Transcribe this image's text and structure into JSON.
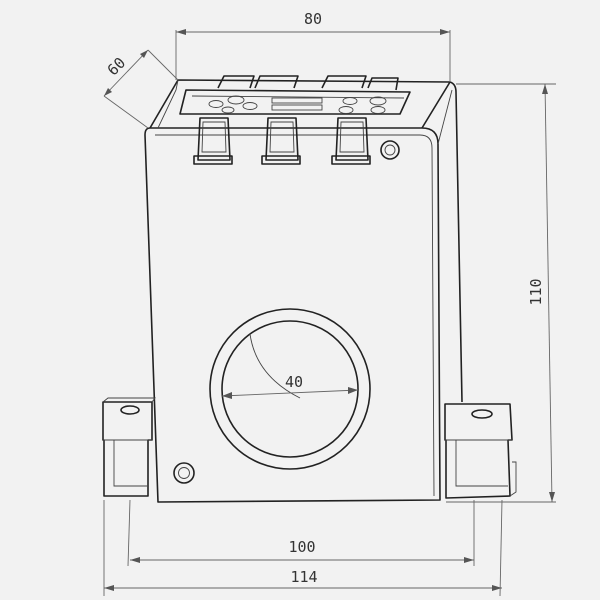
{
  "dimensions": {
    "width_top": "80",
    "depth": "60",
    "height": "110",
    "aperture_diameter": "40",
    "base_width": "100",
    "overall_width": "114"
  },
  "colors": {
    "background": "#f2f2f2",
    "line": "#222222",
    "dimension_line": "#666666"
  }
}
